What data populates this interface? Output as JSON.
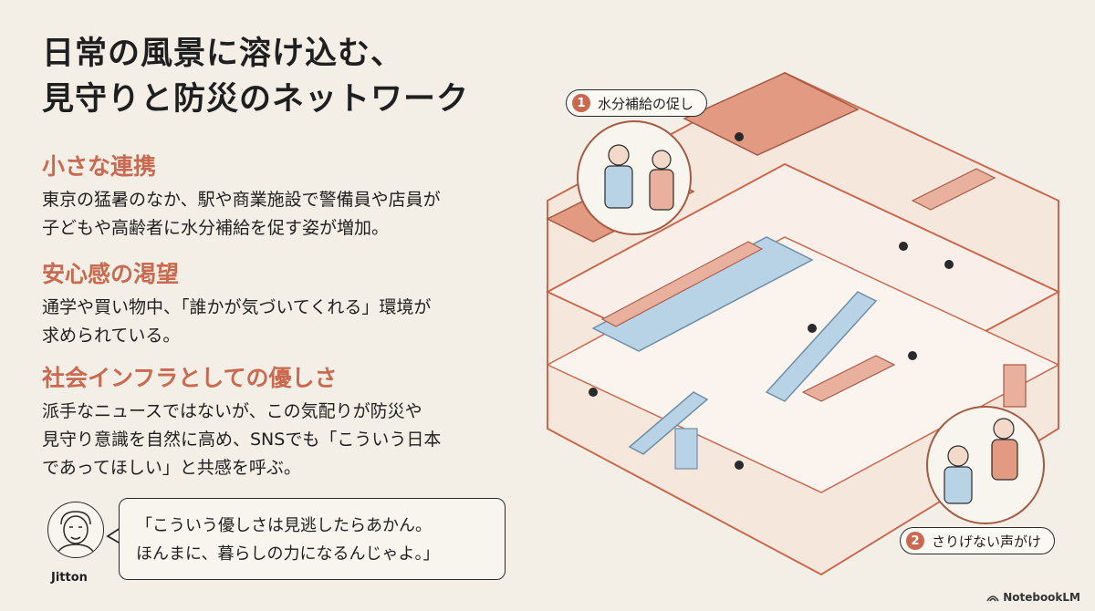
{
  "title": {
    "line1": "日常の風景に溶け込む、",
    "line2": "見守りと防災のネットワーク"
  },
  "sections": [
    {
      "heading": "小さな連携",
      "lines": [
        "東京の猛暑のなか、駅や商業施設で警備員や店員が",
        "子どもや高齢者に水分補給を促す姿が増加。"
      ]
    },
    {
      "heading": "安心感の渇望",
      "lines": [
        "通学や買い物中、「誰かが気づいてくれる」環境が",
        "求められている。"
      ]
    },
    {
      "heading": "社会インフラとしての優しさ",
      "lines": [
        "派手なニュースではないが、この気配りが防災や",
        "見守り意識を自然に高め、SNSでも「こういう日本",
        "であってほしい」と共感を呼ぶ。"
      ]
    }
  ],
  "quote": {
    "line1": "「こういう優しさは見逃したらあかん。",
    "line2": "ほんまに、暮らしの力になるんじゃよ。」",
    "speaker": "Jitton"
  },
  "tags": [
    {
      "num": "1",
      "label": "水分補給の促し"
    },
    {
      "num": "2",
      "label": "さりげない声がけ"
    }
  ],
  "brand": "NotebookLM",
  "colors": {
    "accent": "#c96a50",
    "blue": "#b9d3e6",
    "background": "#f3efe6"
  }
}
